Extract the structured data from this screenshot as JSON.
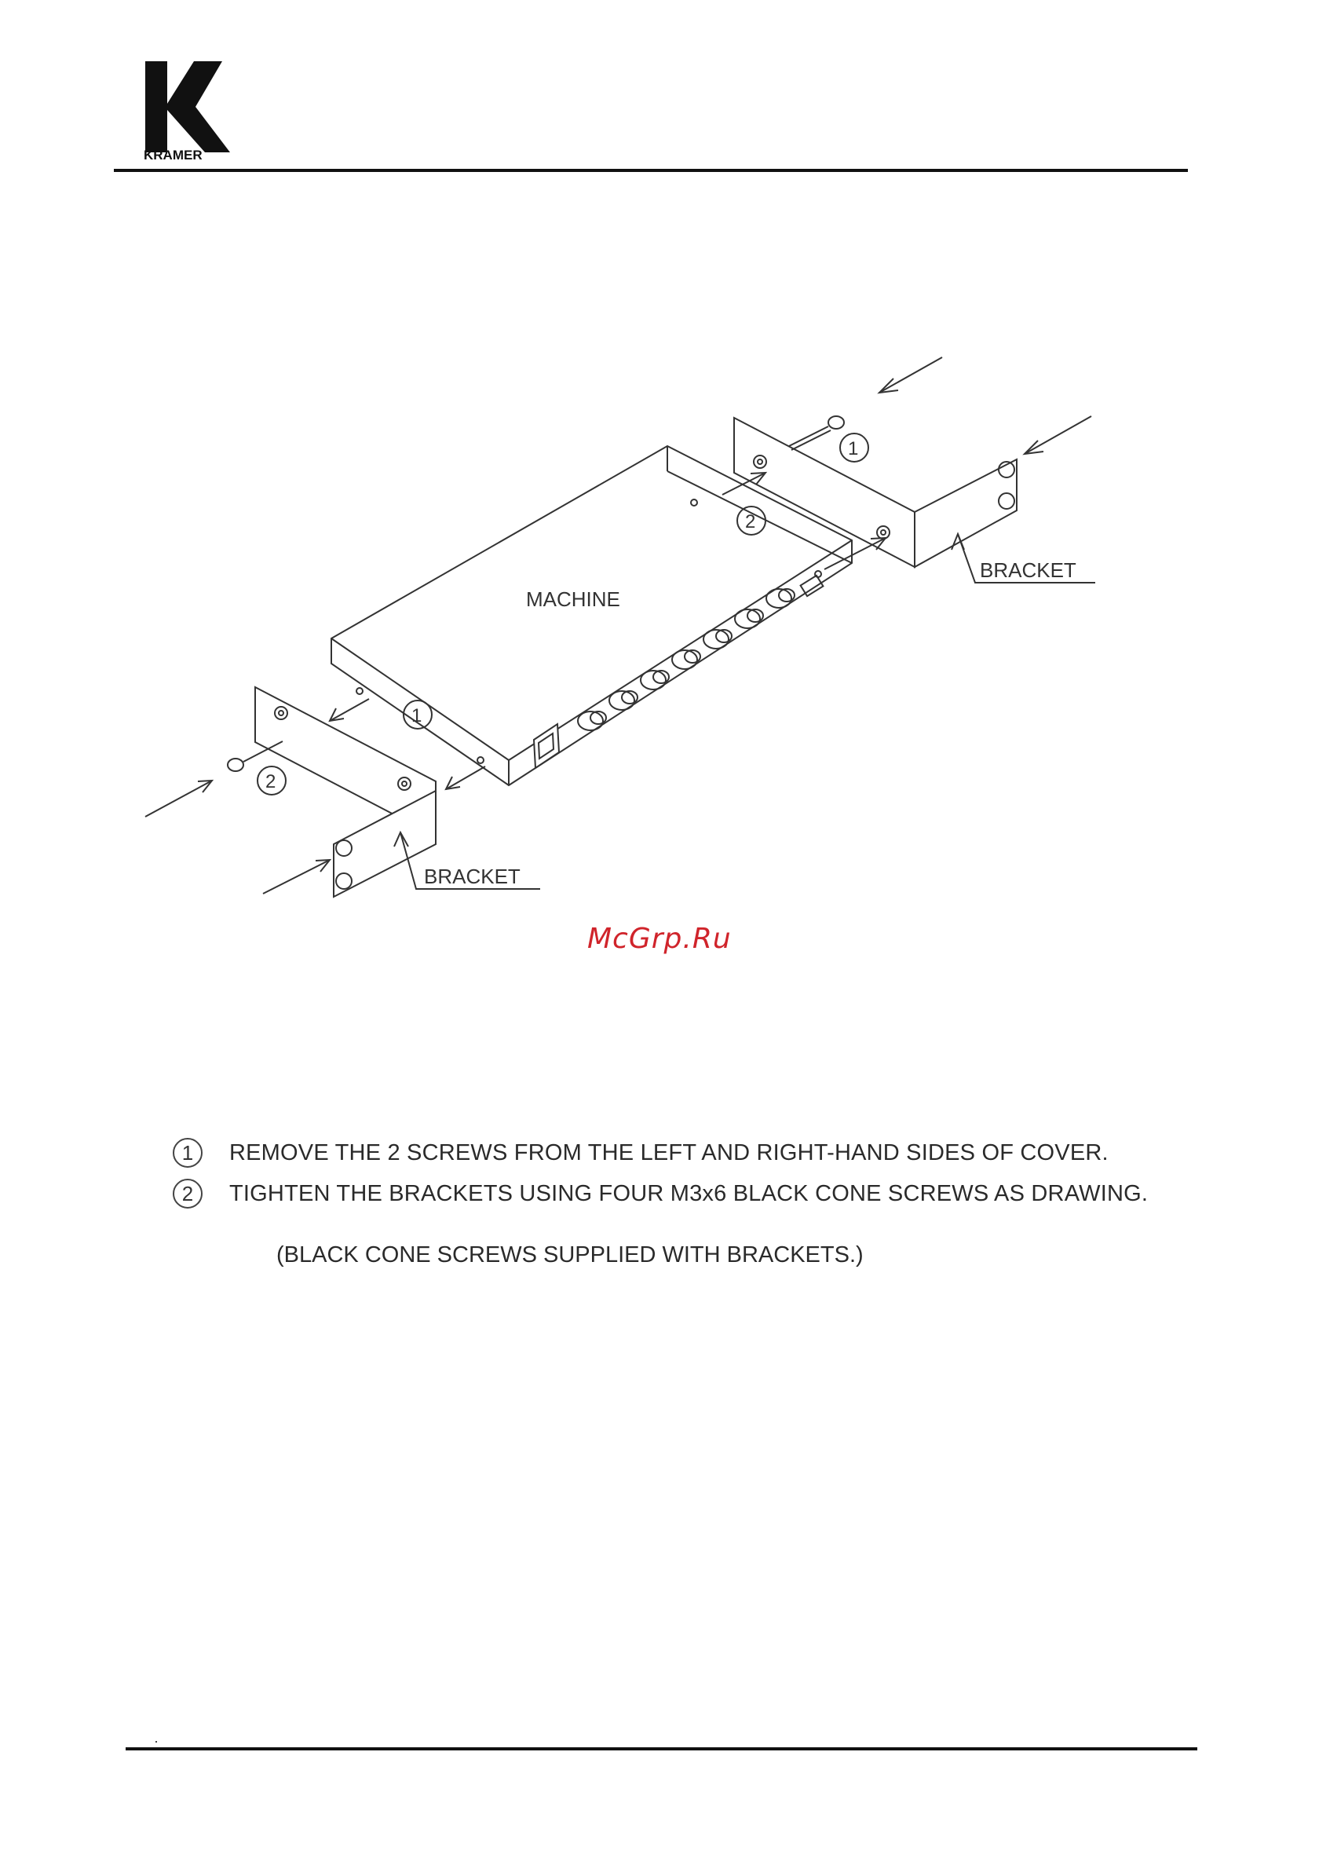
{
  "header": {
    "brand": "KRAMER"
  },
  "drawing": {
    "machine_label": "MACHINE",
    "bracket_label_right": "BRACKET",
    "bracket_label_left": "BRACKET",
    "callouts": [
      "1",
      "2",
      "1",
      "2"
    ]
  },
  "watermark": "McGrp.Ru",
  "steps": [
    {
      "num": "1",
      "text": "REMOVE THE 2 SCREWS FROM THE LEFT AND RIGHT-HAND SIDES OF COVER."
    },
    {
      "num": "2",
      "text": "TIGHTEN THE BRACKETS USING FOUR M3x6 BLACK CONE SCREWS AS DRAWING."
    }
  ],
  "note": "(BLACK CONE SCREWS SUPPLIED WITH BRACKETS.)"
}
